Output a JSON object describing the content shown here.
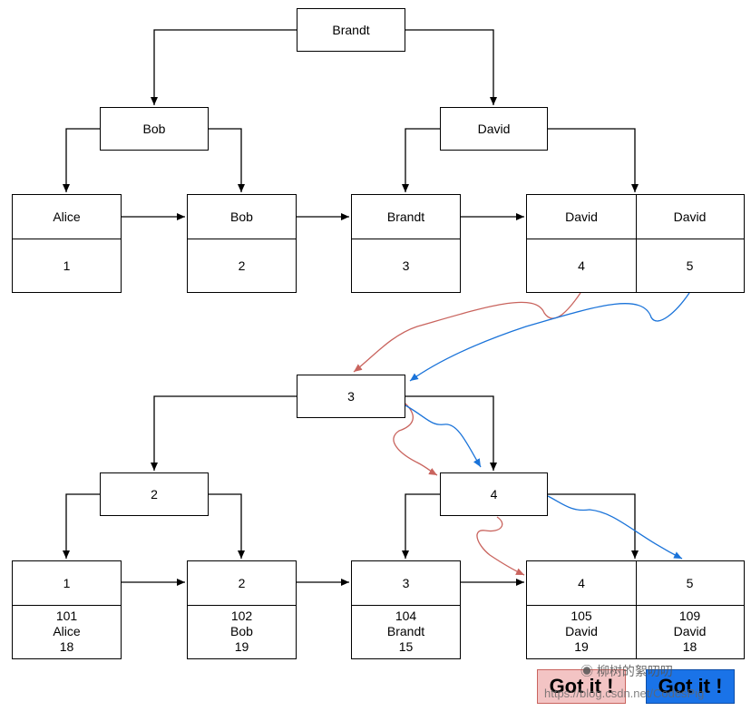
{
  "tree_by_name": {
    "root": "Brandt",
    "internal": [
      "Bob",
      "David"
    ],
    "leaves": [
      {
        "key": "Alice",
        "value": "1"
      },
      {
        "key": "Bob",
        "value": "2"
      },
      {
        "key": "Brandt",
        "value": "3"
      },
      {
        "key": "David",
        "value": "4",
        "key2": "David",
        "value2": "5"
      }
    ]
  },
  "tree_by_id": {
    "root": "3",
    "internal": [
      "2",
      "4"
    ],
    "leaves": [
      {
        "key": "1",
        "id": "101",
        "name": "Alice",
        "age": "18"
      },
      {
        "key": "2",
        "id": "102",
        "name": "Bob",
        "age": "19"
      },
      {
        "key": "3",
        "id": "104",
        "name": "Brandt",
        "age": "15"
      },
      {
        "key": "4",
        "id": "105",
        "name": "David",
        "age": "19",
        "key2": "5",
        "id2": "109",
        "name2": "David",
        "age2": "18"
      }
    ]
  },
  "arrow_colors": {
    "black": "#000000",
    "red": "#c9645e",
    "blue": "#1a73d9"
  },
  "buttons": {
    "got_it_red": "Got it !",
    "got_it_blue": "Got it !",
    "red_bg": "#f3c4c4",
    "blue_bg": "#1a73e8"
  },
  "watermark": {
    "text": "柳树的絮叨叨",
    "url": "https://blog.csdn.net/CodesPig"
  }
}
